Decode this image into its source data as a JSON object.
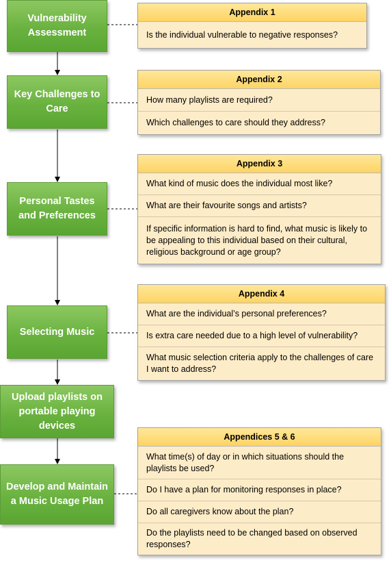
{
  "steps": [
    {
      "id": "vulnerability-assessment",
      "label": "Vulnerability Assessment"
    },
    {
      "id": "key-challenges",
      "label": "Key Challenges to Care"
    },
    {
      "id": "personal-tastes",
      "label": "Personal Tastes and Preferences"
    },
    {
      "id": "selecting-music",
      "label": "Selecting Music"
    },
    {
      "id": "upload-playlists",
      "label": "Upload playlists on portable playing devices"
    },
    {
      "id": "music-usage-plan",
      "label": "Develop and Maintain a Music Usage Plan"
    }
  ],
  "panels": [
    {
      "title": "Appendix 1",
      "items": [
        "Is the individual vulnerable to negative responses?"
      ]
    },
    {
      "title": "Appendix 2",
      "items": [
        "How many playlists are required?",
        "Which challenges to care should they address?"
      ]
    },
    {
      "title": "Appendix 3",
      "items": [
        "What kind of music does the individual most like?",
        "What are their favourite songs and artists?",
        "If specific information is hard to find, what music is likely to be appealing to this individual based on their cultural, religious background or age group?"
      ]
    },
    {
      "title": "Appendix 4",
      "items": [
        "What are the individual’s personal preferences?",
        "Is extra care needed due to a high level of vulnerability?",
        "What music selection criteria apply to the challenges of care I want to address?"
      ]
    },
    {
      "title": "Appendices 5 & 6",
      "items": [
        "What time(s) of day or in which situations should the playlists be used?",
        "Do I have a plan for monitoring responses in place?",
        "Do all caregivers know about the plan?",
        "Do the playlists need to be changed based on observed responses?"
      ]
    }
  ]
}
